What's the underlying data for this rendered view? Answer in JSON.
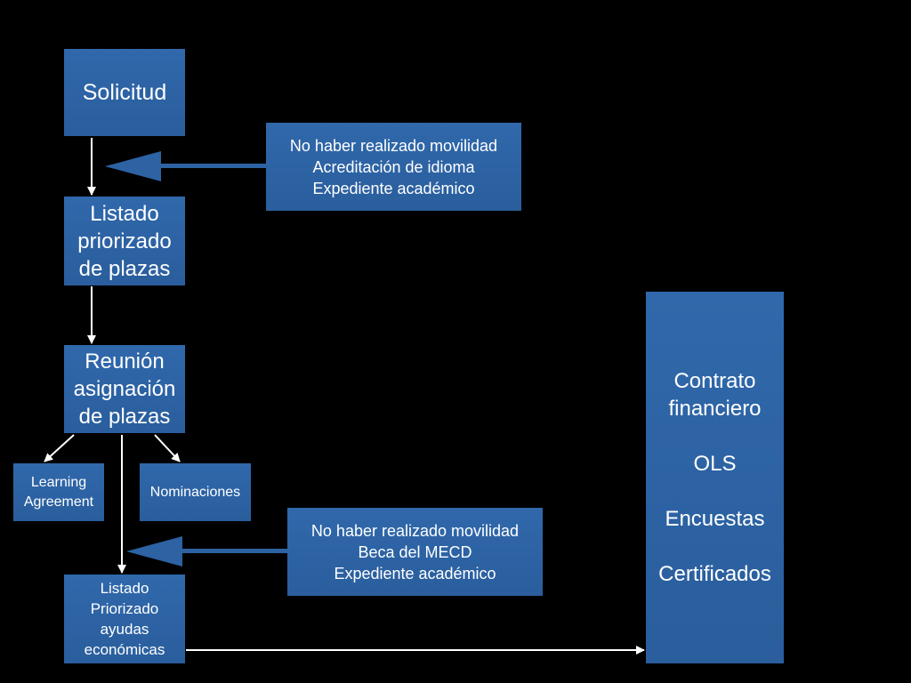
{
  "nodes": {
    "solicitud": "Solicitud",
    "listado_plazas": [
      "Listado",
      "priorizado",
      "de plazas"
    ],
    "reunion": [
      "Reunión",
      "asignación",
      "de plazas"
    ],
    "learning_agreement": [
      "Learning",
      "Agreement"
    ],
    "nominaciones": "Nominaciones",
    "listado_ayudas": [
      "Listado",
      "Priorizado",
      "ayudas",
      "económicas"
    ],
    "final": [
      "Contrato",
      "financiero",
      "OLS",
      "Encuestas",
      "Certificados"
    ]
  },
  "requirements_1": [
    "No haber realizado movilidad",
    "Acreditación de idioma",
    "Expediente académico"
  ],
  "requirements_2": [
    "No haber realizado movilidad",
    "Beca del MECD",
    "Expediente académico"
  ],
  "colors": {
    "background": "#000000",
    "box": "#2d62a3",
    "connector": "#ffffff",
    "feed_arrow": "#2d62a3"
  }
}
